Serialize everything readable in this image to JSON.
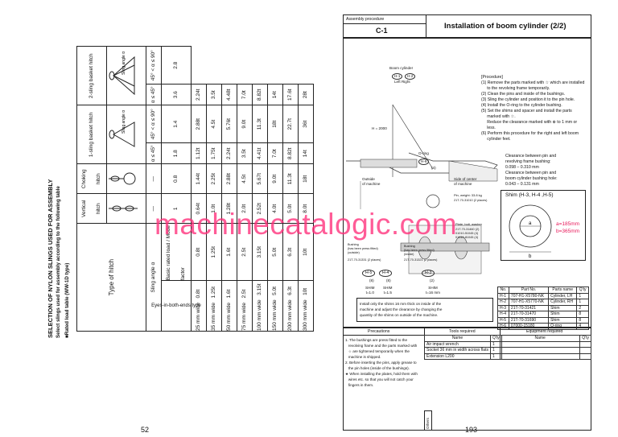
{
  "left": {
    "title": "SELECTION OF NYLON SLINGS USED FOR ASSEMBLY",
    "subtitle": "Select slings used for assembly according to the following table",
    "table_label": "■Rated load table (WW-1D type)",
    "type_of_hitch": "Type of hitch",
    "eyes_label": "Eyes-in-both-ends type",
    "sling_angle_a": "Sling angle α",
    "mode_factor": "Mode factor",
    "basic_rated_load": "Basic rated load",
    "hitch_headers": [
      "Vertical hitch",
      "Choking hitch",
      "1-sling basket hitch",
      "2-sling basket hitch"
    ],
    "sling_angle": "Sling angle α",
    "angle_cols": [
      "—",
      "—",
      "α ≤ 45°",
      "45° < α ≤ 90°",
      "α ≤ 45°",
      "45° < α ≤ 90°"
    ],
    "mode_factors": [
      "1",
      "0.8",
      "1.8",
      "1.4",
      "3.6",
      "2.8"
    ],
    "rows": [
      {
        "width": "25 mm wide",
        "basic": "0.8t",
        "vals": [
          "0.8t",
          "0.64t",
          "1.44t",
          "1.12t",
          "2.88t",
          "2.24t"
        ]
      },
      {
        "width": "35 mm wide",
        "basic": "1.25t",
        "vals": [
          "1.25t",
          "1.0t",
          "2.25t",
          "1.75t",
          "4.5t",
          "3.5t"
        ]
      },
      {
        "width": "50 mm wide",
        "basic": "1.6t",
        "vals": [
          "1.6t",
          "1.28t",
          "2.88t",
          "2.24t",
          "5.76t",
          "4.48t"
        ]
      },
      {
        "width": "75 mm wide",
        "basic": "2.5t",
        "vals": [
          "2.5t",
          "2.0t",
          "4.5t",
          "3.5t",
          "9.0t",
          "7.0t"
        ]
      },
      {
        "width": "100 mm wide",
        "basic": "3.15t",
        "vals": [
          "3.15t",
          "2.52t",
          "5.67t",
          "4.41t",
          "11.3t",
          "8.82t"
        ]
      },
      {
        "width": "150 mm wide",
        "basic": "5.0t",
        "vals": [
          "5.0t",
          "4.0t",
          "9.0t",
          "7.0t",
          "18t",
          "14t"
        ]
      },
      {
        "width": "200 mm wide",
        "basic": "6.3t",
        "vals": [
          "6.3t",
          "5.0t",
          "11.3t",
          "8.82t",
          "22.7t",
          "17.6t"
        ]
      },
      {
        "width": "300 mm wide",
        "basic": "10t",
        "vals": [
          "10t",
          "8.0t",
          "18t",
          "14t",
          "36t",
          "28t"
        ]
      }
    ],
    "page_number": "52"
  },
  "right": {
    "assembly_procedure_label": "Assembly procedure",
    "code": "C-1",
    "title": "Installation of boom cylinder (2/2)",
    "diagram": {
      "boom_cylinder": "Boom cylinder",
      "h1": "H-1",
      "h2": "H-2",
      "left_right": "Left   Right",
      "h_height": "H = 2000",
      "o_ring": "O-ring",
      "h6": "H-6",
      "h6_qty": "(4)",
      "outside": "Outside\nof machine",
      "side_center": "Side of center\nof machine",
      "pin_weight": "Pin, weight: 33.8 kg",
      "pin_part": "21T-70-31010 (2 places)",
      "plate_bolt": "Plate, bolt, washer",
      "bolt_parts": "21T-70-31460 (2)\n01010-51045 (4)\n01010-81045 (4)",
      "bushing_out": "Bushing\n(has been press fitted)\n(outside)",
      "bushing_out_part": "21T-70-31331 (2 places)",
      "bushing_in": "Bushing\n(has been press fitted)\n(inside)",
      "bushing_in_part": "21T-70-31321 (2 places)",
      "h5": "H-5",
      "h4": "H-4",
      "h3": "H-3",
      "h5_qty": "(8)",
      "h4_qty": "(8)",
      "h3_qty": "(2)",
      "shim1": "SHIM\nt=1.0",
      "shim2": "SHIM\nt=1.5",
      "shim3": "SHIM\nt=16 mm",
      "note": "Install only the shims 16 mm thick on inside of the\nmachine and adjust the clearance by changing the\nquantity of the shims on outside of the machine."
    },
    "procedure_title": "[Procedure]",
    "procedure": [
      "(1) Remove the parts marked with ☆ which are installed",
      "     to the revolving frame temporarily.",
      "(2) Clean the pins and inside of the bushings.",
      "(3) Sling the cylinder and position it to the pin hole.",
      "(4) Install the O-ring to the cylinder bushing.",
      "(5) Set the shims and spacer and install the parts",
      "     marked with ☆.",
      "     Reduce the clearance marked with ⊕ to 1 mm or",
      "     less.",
      "(6) Perform this procedure for the right and left boom",
      "     cylinder feet."
    ],
    "clearance": [
      "Clearance between pin and",
      "revolving frame bushing:",
      "0.098 – 0.310 mm",
      "Clearance between pin and",
      "boom cylinder bushing hole:",
      "0.043 – 0.131 mm"
    ],
    "shim_label": "Shim (H-3, H-4 ,H-5)",
    "shim_a": "a",
    "shim_b": "b",
    "dim_a": "a=185mm",
    "dim_b": "b=365mm",
    "dim_color": "#e8185a",
    "parts": {
      "headers": [
        "No.",
        "Part No.",
        "Parts name",
        "Q'ty"
      ],
      "rows": [
        [
          "H-1",
          "707-H1-X5780-NK",
          "Cylinder, LH",
          "1"
        ],
        [
          "H-2",
          "707-H1-X5770-NK",
          "Cylinder, RH",
          "1"
        ],
        [
          "H-3",
          "21T-70-31421",
          "Shim",
          "2"
        ],
        [
          "H-4",
          "21T-70-31470",
          "Shim",
          "8"
        ],
        [
          "H-5",
          "21T-70-31690",
          "Shim",
          "8"
        ],
        [
          "H-6",
          "07000-15180",
          "O-ring",
          "4"
        ]
      ]
    },
    "precautions_title": "Precautions",
    "precautions": [
      "1. The bushings are press fitted to the",
      "   revolving frame and the parts marked with",
      "   ☆ are tightened temporarily when the",
      "   machine is shipped.",
      "2. Before inserting the pins, apply grease to",
      "   the pin holes (inside of the bushings).",
      "★ When installing the plates, hold them with",
      "   wires etc. so that you will not catch your",
      "   fingers in them."
    ],
    "tools_title": "Tools required",
    "tools_headers": [
      "Name",
      "Q'ty"
    ],
    "tools": [
      [
        "Air impact wrench",
        "1"
      ],
      [
        "Socket 36 mm in width across flats",
        "1"
      ],
      [
        "Extension L200",
        "1"
      ]
    ],
    "equip_title": "Equipment required",
    "equip_headers": [
      "Name",
      "Q'ty"
    ],
    "others_label": "Others",
    "page_number": "193"
  },
  "watermark": "machinecatalogic.com",
  "watermark_color": "#ff2f7a"
}
